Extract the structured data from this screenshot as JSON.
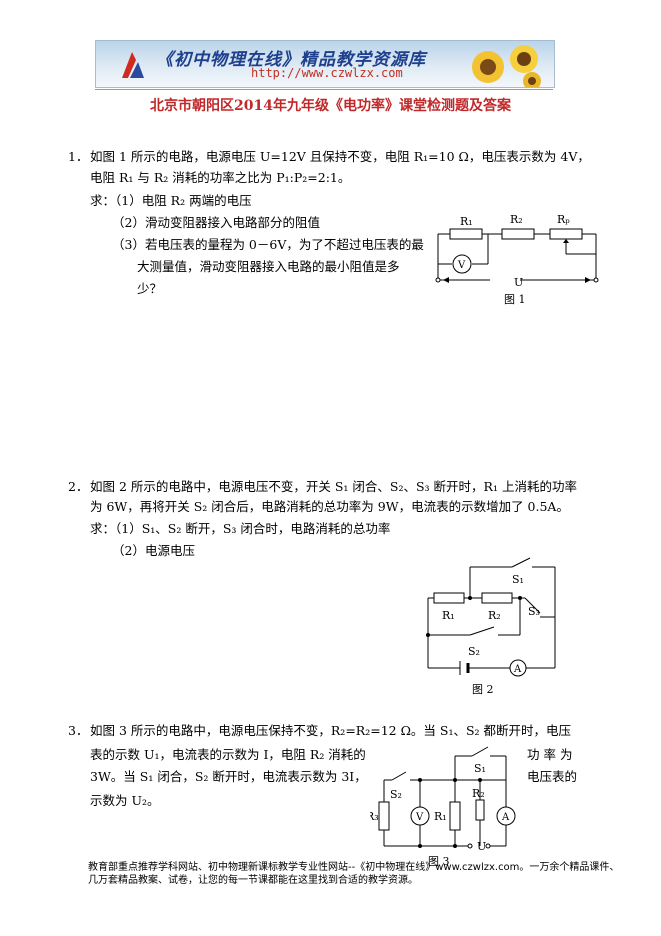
{
  "header": {
    "banner_title": "《初中物理在线》精品教学资源库",
    "banner_url": "http://www.czwlzx.com",
    "doc_title": "北京市朝阳区2014年九年级《电功率》课堂检测题及答案"
  },
  "q1": {
    "num": "1．",
    "line1": "如图 1 所示的电路，电源电压 U=12V 且保持不变，电阻 R₁=10 Ω，电压表示数为 4V，",
    "line2": "电阻 R₁ 与 R₂ 消耗的功率之比为 P₁:P₂=2:1。",
    "ask": "求：（1）电阻 R₂ 两端的电压",
    "ask2": "（2）滑动变阻器接入电路部分的阻值",
    "ask3a": "（3）若电压表的量程为 0－6V，为了不超过电压表的最",
    "ask3b": "大测量值，滑动变阻器接入电路的最小阻值是多",
    "ask3c": "少？",
    "fig": {
      "r1": "R₁",
      "r2": "R₂",
      "rp": "Rₚ",
      "v": "V",
      "u": "U",
      "caption": "图 1"
    }
  },
  "q2": {
    "num": "2．",
    "line1": "如图 2 所示的电路中，电源电压不变，开关 S₁ 闭合、S₂、S₃ 断开时，R₁ 上消耗的功率",
    "line2": "为 6W，再将开关 S₂ 闭合后，电路消耗的总功率为 9W，电流表的示数增加了 0.5A。",
    "ask": "求：（1）S₁、S₂ 断开，S₃ 闭合时，电路消耗的总功率",
    "ask2": "（2）电源电压",
    "fig": {
      "s1": "S₁",
      "s2": "S₂",
      "s3": "S₃",
      "r1": "R₁",
      "r2": "R₂",
      "a": "A",
      "caption": "图 2"
    }
  },
  "q3": {
    "num": "3．",
    "line1": "如图 3 所示的电路中，电源电压保持不变，R₂=R₂=12 Ω。当 S₁、S₂ 都断开时，电压",
    "line2a": "表的示数 U₁，电流表的示数为 I，电阻 R₂ 消耗的",
    "line2b": "功 率 为",
    "line3a": "3W。当 S₁ 闭合，S₂ 断开时，电流表示数为 3I，",
    "line3b": "电压表的",
    "line4": "示数为 U₂。",
    "fig": {
      "s1": "S₁",
      "s2": "S₂",
      "r1": "R₁",
      "r2": "R₂",
      "r3": "R₃",
      "v": "V",
      "a": "A",
      "u": "U",
      "caption": "图 3"
    }
  },
  "footer": {
    "line1": "教育部重点推荐学科网站、初中物理新课标教学专业性网站--《初中物理在线》www.czwlzx.com。一万余个精品课件、",
    "line2": "几万套精品教案、试卷，让您的每一节课都能在这里找到合适的教学资源。"
  }
}
